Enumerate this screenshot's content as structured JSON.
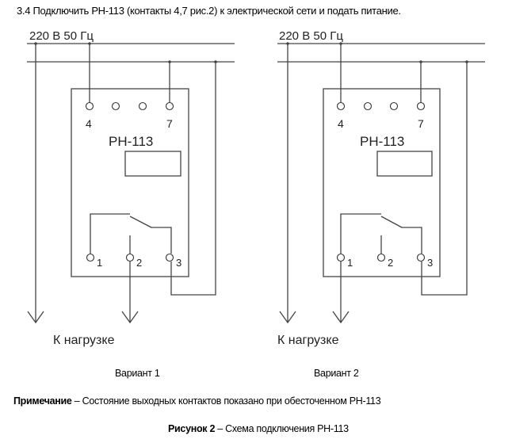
{
  "instruction": "3.4 Подключить РН-113 (контакты 4,7 рис.2) к электрической сети и подать питание.",
  "variants": [
    {
      "supply_label": "220 В 50 Гц",
      "device_label": "РН-113",
      "top_terminals": [
        "4",
        "7"
      ],
      "bottom_terminals": [
        "1",
        "2",
        "3"
      ],
      "load_label": "К нагрузке",
      "caption": "Вариант 1"
    },
    {
      "supply_label": "220 В 50 Гц",
      "device_label": "РН-113",
      "top_terminals": [
        "4",
        "7"
      ],
      "bottom_terminals": [
        "1",
        "2",
        "3"
      ],
      "load_label": "К нагрузке",
      "caption": "Вариант 2"
    }
  ],
  "note": {
    "label": "Примечание",
    "dash": " – ",
    "text": "Состояние выходных контактов показано при обесточенном РН-113"
  },
  "figure": {
    "label": "Рисунок 2",
    "dash": " – ",
    "text": "Схема подключения РН-113"
  }
}
